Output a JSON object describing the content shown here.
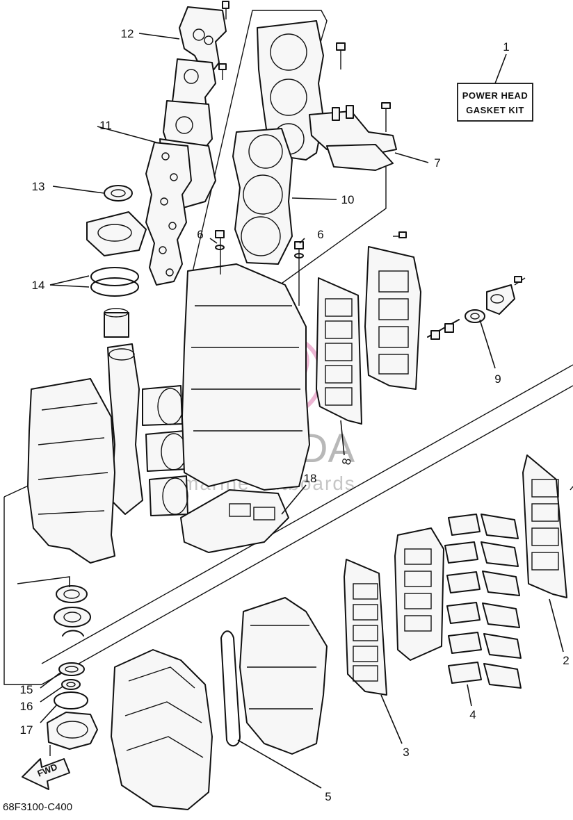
{
  "kit_box": {
    "line1": "POWER HEAD",
    "line2": "GASKET KIT"
  },
  "callouts": {
    "c1": "1",
    "c2": "2",
    "c3": "3",
    "c4": "4",
    "c5": "5",
    "c6a": "6",
    "c6b": "6",
    "c7": "7",
    "c8": "8",
    "c9": "9",
    "c10": "10",
    "c11": "11",
    "c12": "12",
    "c13": "13",
    "c14": "14",
    "c15": "15",
    "c16": "16",
    "c17": "17",
    "c18": "18"
  },
  "forward_arrow": "FWD",
  "diagram_code": "68F3100-C400",
  "watermark": {
    "brand": "ARMADA",
    "tagline": "marine outboards",
    "logo_color": "#e07ab0"
  }
}
